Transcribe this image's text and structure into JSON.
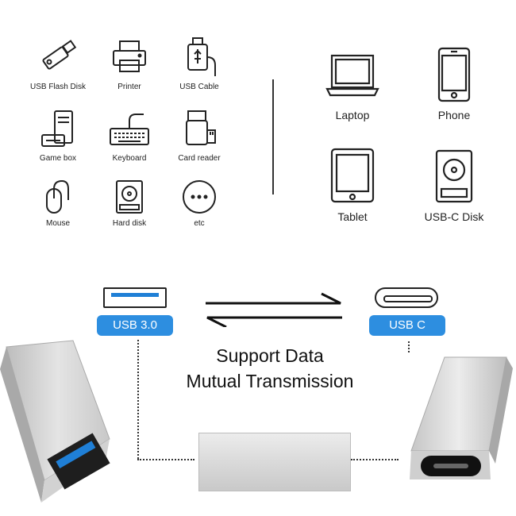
{
  "left_devices": [
    {
      "label": "USB Flash Disk",
      "icon": "usb-flash-disk-icon"
    },
    {
      "label": "Printer",
      "icon": "printer-icon"
    },
    {
      "label": "USB Cable",
      "icon": "usb-cable-icon"
    },
    {
      "label": "Game box",
      "icon": "game-box-icon"
    },
    {
      "label": "Keyboard",
      "icon": "keyboard-icon"
    },
    {
      "label": "Card reader",
      "icon": "card-reader-icon"
    },
    {
      "label": "Mouse",
      "icon": "mouse-icon"
    },
    {
      "label": "Hard disk",
      "icon": "hard-disk-icon"
    },
    {
      "label": "etc",
      "icon": "more-dots-icon"
    }
  ],
  "right_devices": [
    {
      "label": "Laptop",
      "icon": "laptop-icon"
    },
    {
      "label": "Phone",
      "icon": "phone-icon"
    },
    {
      "label": "Tablet",
      "icon": "tablet-icon"
    },
    {
      "label": "USB-C Disk",
      "icon": "usb-c-disk-icon"
    }
  ],
  "ports": {
    "left_label": "USB 3.0",
    "right_label": "USB C"
  },
  "headline": {
    "line1": "Support Data",
    "line2": "Mutual Transmission"
  },
  "colors": {
    "accent": "#2d8ee0",
    "usb3_blue": "#1f7fd6",
    "metal": "#d6d6d6"
  }
}
